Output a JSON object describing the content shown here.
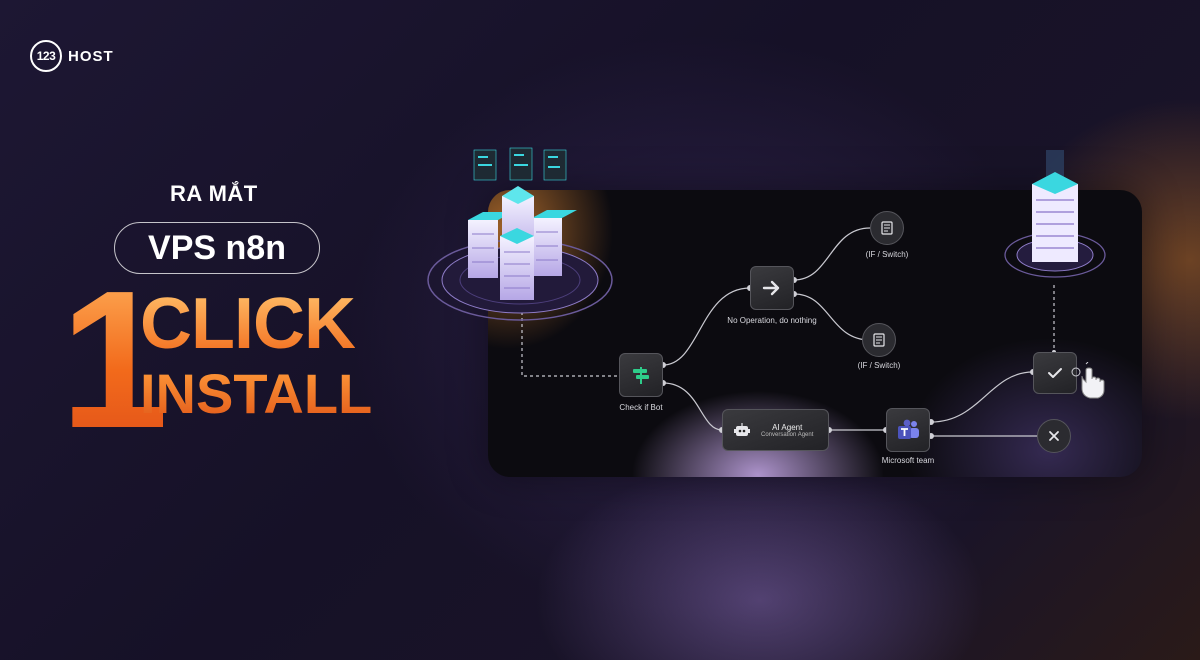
{
  "brand": {
    "logo_mark": "123",
    "logo_text": "HOST"
  },
  "headline": {
    "tagline": "RA MẮT",
    "product": "VPS n8n",
    "number": "1",
    "line1": "CLICK",
    "line2": "INSTALL"
  },
  "workflow": {
    "nodes": {
      "check_if_bot": "Check if Bot",
      "no_operation": "No Operation, do nothing",
      "if_switch_top": "(IF / Switch)",
      "if_switch_bottom": "(IF / Switch)",
      "ai_agent_title": "AI Agent",
      "ai_agent_sub": "Conversation Agent",
      "microsoft_team": "Microsoft team"
    }
  },
  "colors": {
    "accent_orange": "#f26a1b",
    "background": "#17122a",
    "panel": "#0c0b10",
    "server_glow": "#38d9e0"
  },
  "icons": [
    "server-icon",
    "arrow-right-icon",
    "document-icon",
    "signpost-icon",
    "robot-icon",
    "teams-icon",
    "check-icon",
    "close-icon",
    "hand-pointer-icon"
  ]
}
